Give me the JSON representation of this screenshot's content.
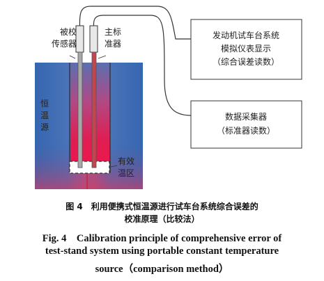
{
  "labels": {
    "passive_sensor": [
      "被校",
      "传感器"
    ],
    "standard_sensor": [
      "主标",
      "准器"
    ],
    "constant_temp_source": [
      "恒",
      "温",
      "源"
    ],
    "effective_temp_zone": [
      "有效",
      "温区"
    ]
  },
  "boxes": {
    "simulator": [
      "发动机试车台系统",
      "模拟仪表显示",
      "（综合误差读数）"
    ],
    "daq": [
      "数据采集器",
      "（标准器读数）"
    ]
  },
  "caption": {
    "cn_line1": "图 4　利用便携式恒温源进行试车台系统综合误差的",
    "cn_line2": "校准原理（比较法）",
    "en_line1": "Fig. 4　Calibration principle of comprehensive error of",
    "en_line2": "test-stand system using portable constant temperature",
    "en_line3": "source（comparison method）"
  },
  "colors": {
    "outer_blue": "#3d6fb6",
    "hot_red": "#e8184c",
    "probe_gray": "#a8a8a8",
    "probe_red": "#c0474f"
  }
}
